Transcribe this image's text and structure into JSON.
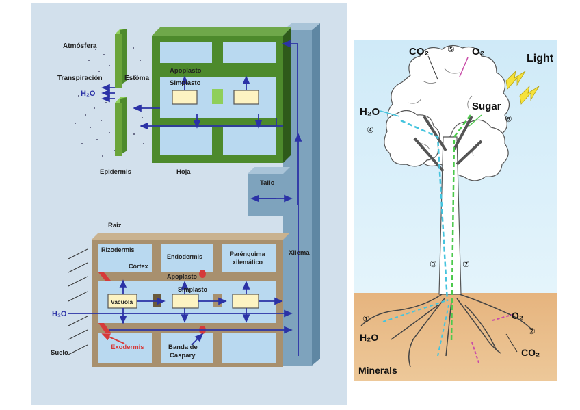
{
  "left_panel": {
    "atmosphere": "Atmósfera",
    "transpiration": "Transpiración",
    "stoma": "Estóma",
    "h2o_leaf": "H₂O",
    "apoplast_leaf": "Apoplasto",
    "symplast_leaf": "Simplasto",
    "epidermis": "Epidermis",
    "leaf": "Hoja",
    "stem": "Tallo",
    "root": "Raiz",
    "xylem": "Xilema",
    "rhizodermis": "Rizodermis",
    "cortex": "Córtex",
    "endodermis": "Endodermis",
    "parenchyma_line1": "Parénquima",
    "parenchyma_line2": "xilemático",
    "apoplast_root": "Apoplasto",
    "symplast_root": "Simplasto",
    "vacuole": "Vacuola",
    "h2o_root": "H₂O",
    "soil": "Suelo",
    "exodermis": "Exodermis",
    "casparian_line1": "Banda de",
    "casparian_line2": "Caspary"
  },
  "right_panel": {
    "co2_top": "CO₂",
    "o2_top": "O₂",
    "light": "Light",
    "h2o_leaf": "H₂O",
    "sugar": "Sugar",
    "n1": "①",
    "n2": "②",
    "n3": "③",
    "n4": "④",
    "n5": "⑤",
    "n6": "⑥",
    "n7": "⑦",
    "o2_root": "O₂",
    "h2o_root": "H₂O",
    "co2_root": "CO₂",
    "minerals": "Minerals"
  },
  "colors": {
    "left_bg": "#d2e0ec",
    "leaf_green": "#4d8a2c",
    "epidermis_green": "#6aa43a",
    "cell_blue": "#b9d9f0",
    "root_wall": "#a8906e",
    "xylem_blue": "#7ea3bd",
    "arrow_blue": "#2b32a6",
    "exodermis_red": "#d63a3a",
    "sky": "#d8eef8",
    "soil": "#e8b985"
  }
}
